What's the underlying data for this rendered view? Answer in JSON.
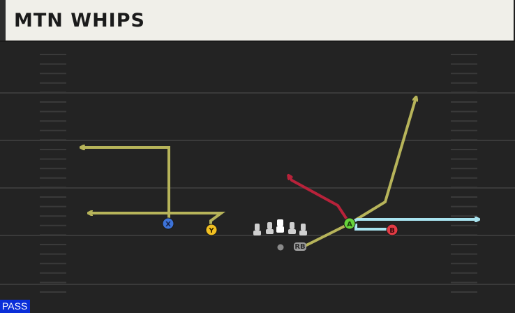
{
  "play": {
    "title": "MTN WHIPS",
    "type_badge": "PASS"
  },
  "players": [
    {
      "id": "X",
      "label": "X",
      "color": "#3d73d8",
      "text_color": "#15224a"
    },
    {
      "id": "Y",
      "label": "Y",
      "color": "#f2c021",
      "text_color": "#3a2a00"
    },
    {
      "id": "A",
      "label": "A",
      "color": "#66d33b",
      "text_color": "#1a3d0c"
    },
    {
      "id": "B",
      "label": "B",
      "color": "#e33a44",
      "text_color": "#3a0a0c"
    },
    {
      "id": "RB",
      "label": "RB",
      "color": "#9a9a9a",
      "text_color": "#2a2a2a"
    }
  ],
  "colors": {
    "field": "#232323",
    "yard_line": "#3a3a3a",
    "route_olive": "#b7b45a",
    "route_red": "#b8223a",
    "route_light_blue": "#a9e4f0",
    "lineman": "#cfcfcf",
    "center": "#ffffff"
  }
}
